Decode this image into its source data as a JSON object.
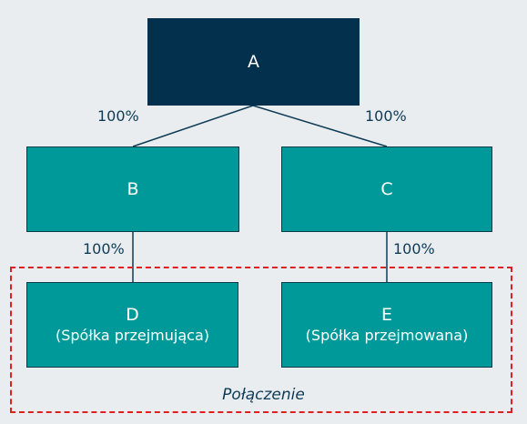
{
  "nodes": {
    "a": {
      "label": "A"
    },
    "b": {
      "label": "B"
    },
    "c": {
      "label": "C"
    },
    "d": {
      "label": "D",
      "sublabel": "(Spółka przejmująca)"
    },
    "e": {
      "label": "E",
      "sublabel": "(Spółka przejmowana)"
    }
  },
  "edges": {
    "a_b": {
      "share": "100%"
    },
    "a_c": {
      "share": "100%"
    },
    "b_d": {
      "share": "100%"
    },
    "c_e": {
      "share": "100%"
    }
  },
  "merger": {
    "label": "Połączenie"
  },
  "colors": {
    "top_node": "#03304d",
    "company_node": "#009999",
    "connector": "#0d3b55",
    "merger_border": "#e02020"
  }
}
